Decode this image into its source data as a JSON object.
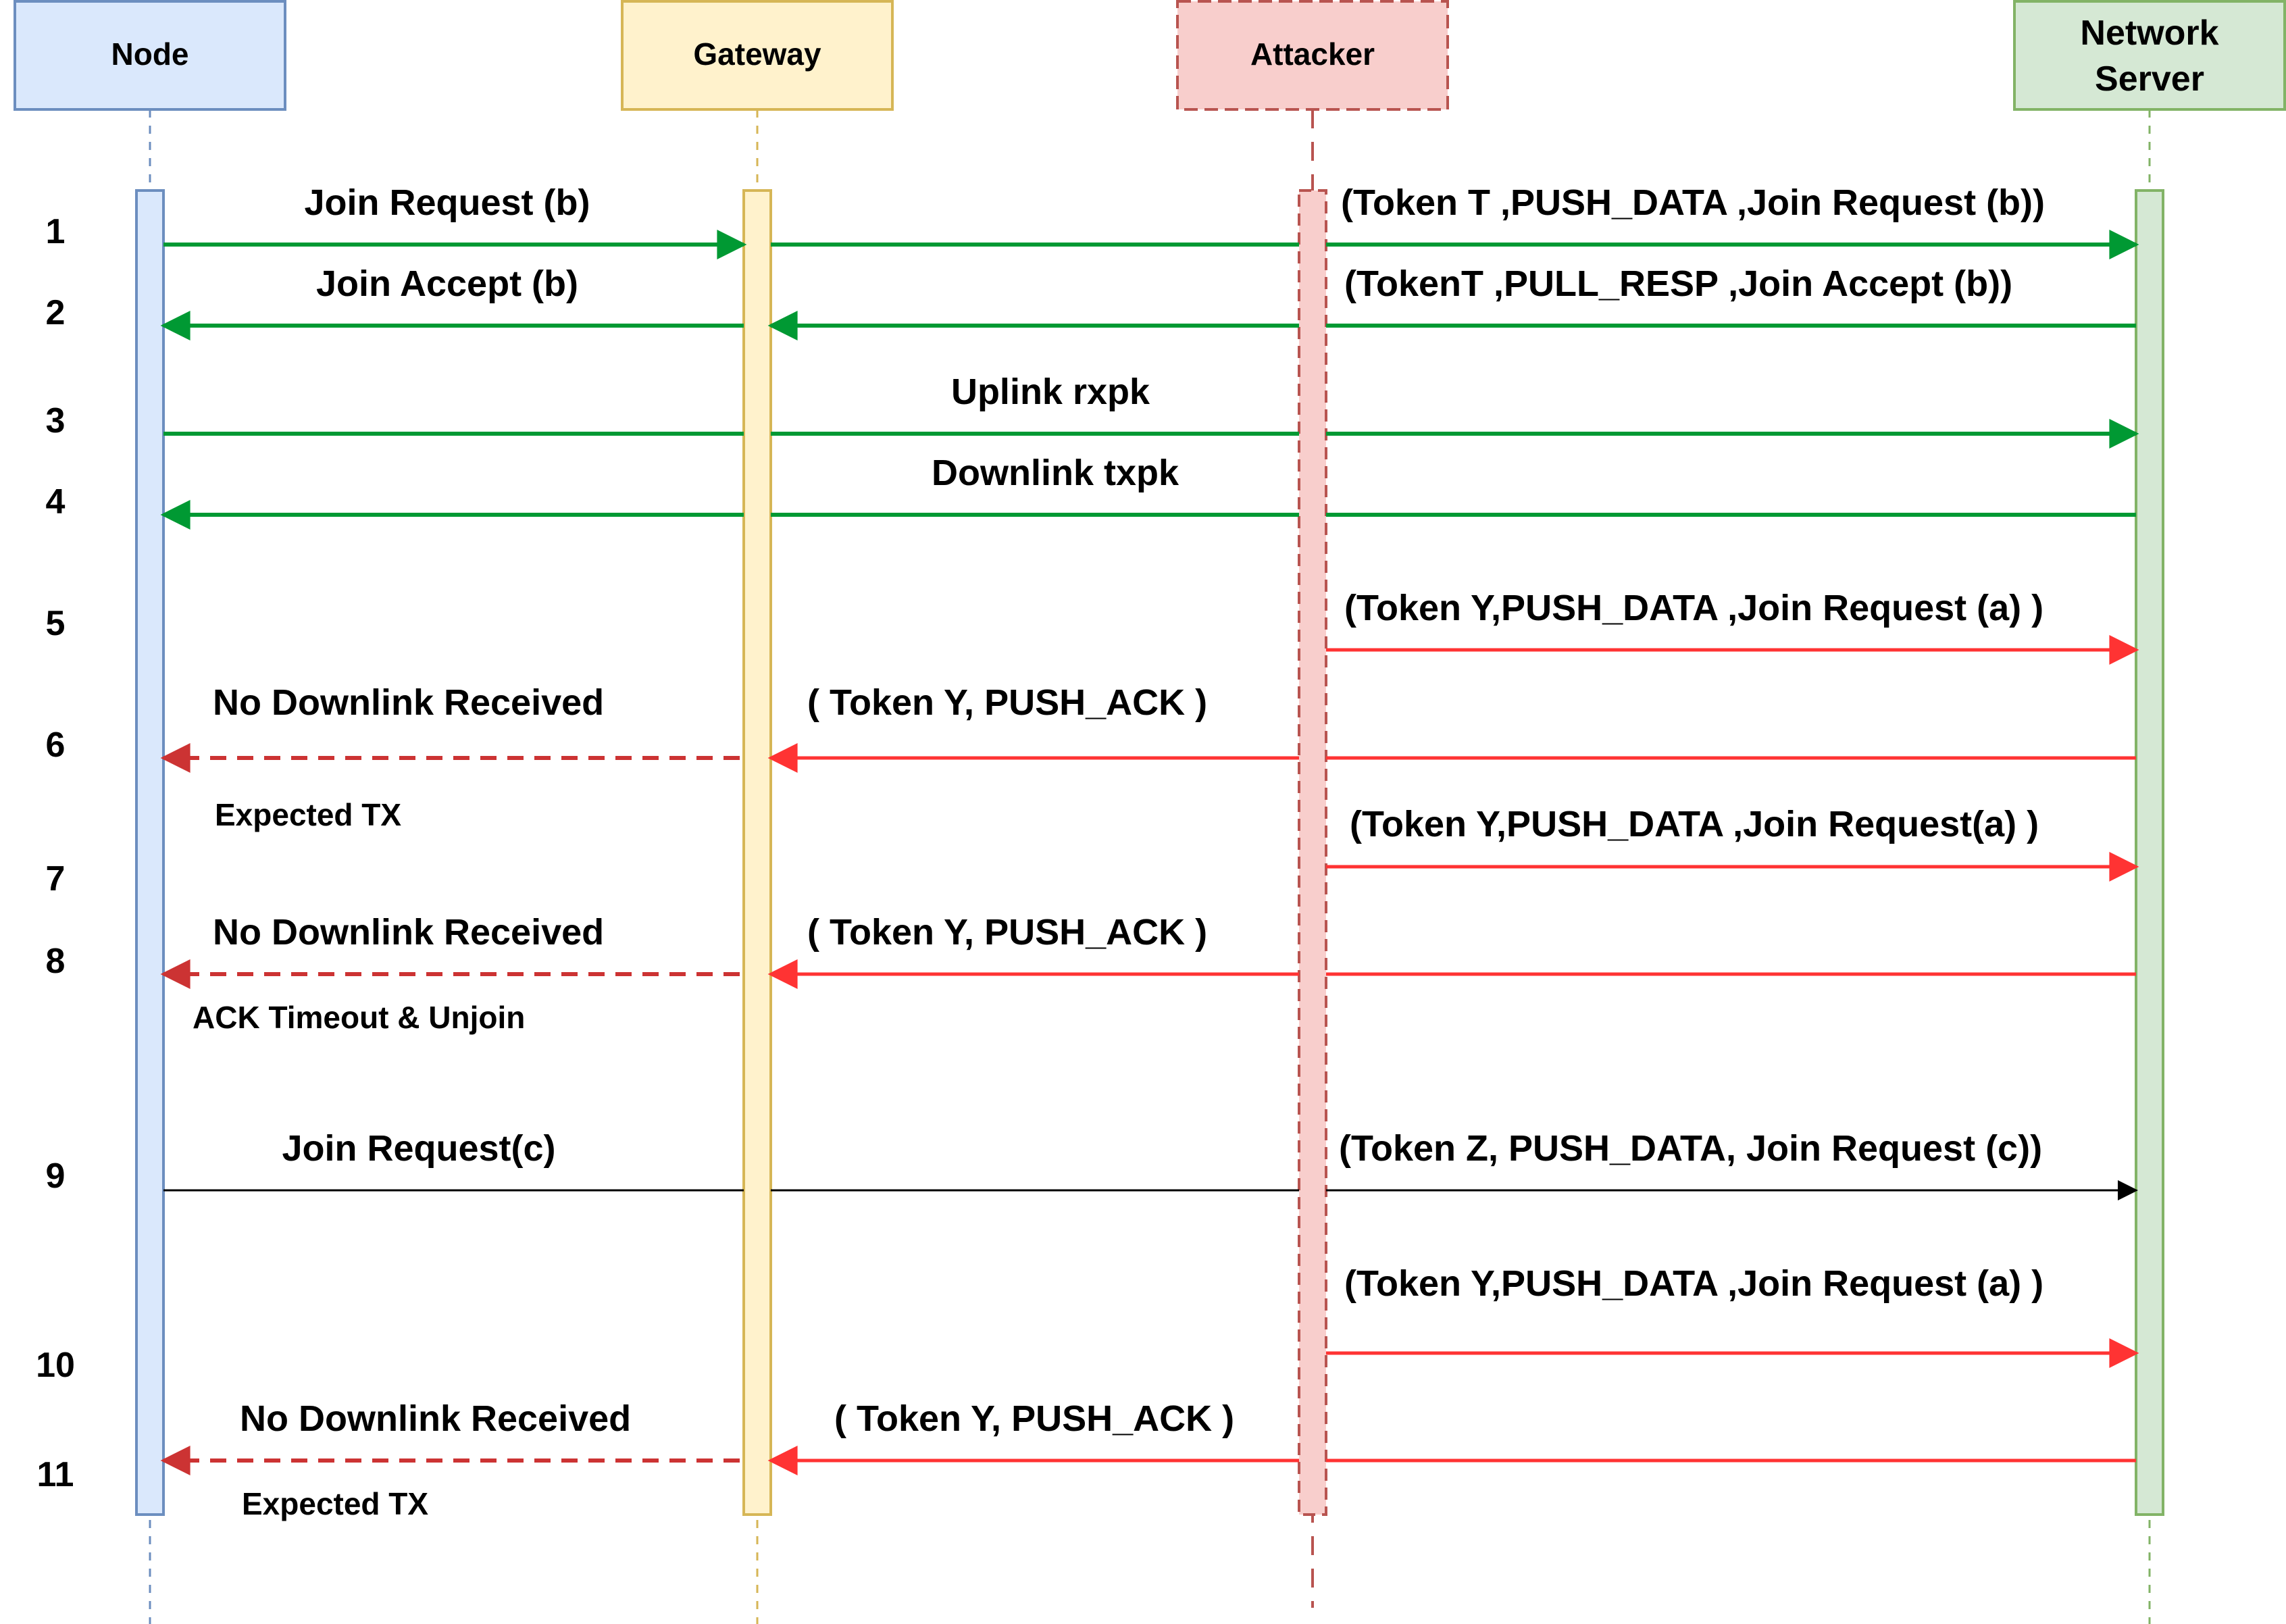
{
  "participants": [
    {
      "id": "node",
      "label_lines": [
        "Node"
      ],
      "fill": "#dae8fc",
      "stroke": "#6c8ebf",
      "dashed": false
    },
    {
      "id": "gateway",
      "label_lines": [
        "Gateway"
      ],
      "fill": "#fff2cc",
      "stroke": "#d6b656",
      "dashed": false
    },
    {
      "id": "attacker",
      "label_lines": [
        "Attacker"
      ],
      "fill": "#f8cecc",
      "stroke": "#b85450",
      "dashed": true
    },
    {
      "id": "server",
      "label_lines": [
        "Network",
        "Server"
      ],
      "fill": "#d5e8d4",
      "stroke": "#82b366",
      "dashed": false
    }
  ],
  "steps": [
    "1",
    "2",
    "3",
    "4",
    "5",
    "6",
    "7",
    "8",
    "9",
    "10",
    "11"
  ],
  "colors": {
    "legit": "#009933",
    "attack": "#ff3333",
    "missed": "#cc3333",
    "normal": "#000000"
  },
  "messages": [
    {
      "id": "m1a",
      "step": "1",
      "from": "node",
      "to": "gateway",
      "kind": "legit",
      "dashed": false,
      "label": "Join Request (b)"
    },
    {
      "id": "m1b",
      "step": "1",
      "from": "gateway",
      "to": "server",
      "kind": "legit",
      "dashed": false,
      "label": "(Token T ,PUSH_DATA ,Join Request (b))"
    },
    {
      "id": "m2a",
      "step": "2",
      "from": "server",
      "to": "gateway",
      "kind": "legit",
      "dashed": false,
      "label": "(TokenT ,PULL_RESP ,Join Accept (b))"
    },
    {
      "id": "m2b",
      "step": "2",
      "from": "gateway",
      "to": "node",
      "kind": "legit",
      "dashed": false,
      "label": "Join Accept (b)"
    },
    {
      "id": "m3",
      "step": "3",
      "from": "node",
      "to": "server",
      "kind": "legit",
      "dashed": false,
      "label": "Uplink rxpk"
    },
    {
      "id": "m4",
      "step": "4",
      "from": "server",
      "to": "node",
      "kind": "legit",
      "dashed": false,
      "label": "Downlink txpk"
    },
    {
      "id": "m5",
      "step": "5",
      "from": "attacker",
      "to": "server",
      "kind": "attack",
      "dashed": false,
      "label": "(Token Y,PUSH_DATA ,Join Request (a) )"
    },
    {
      "id": "m6a",
      "step": "6",
      "from": "server",
      "to": "gateway",
      "kind": "attack",
      "dashed": false,
      "label": "( Token Y, PUSH_ACK )"
    },
    {
      "id": "m6b",
      "step": "6",
      "from": "gateway",
      "to": "node",
      "kind": "missed",
      "dashed": true,
      "label": "No Downlink Received",
      "note": "Expected TX"
    },
    {
      "id": "m7",
      "step": "7",
      "from": "attacker",
      "to": "server",
      "kind": "attack",
      "dashed": false,
      "label": "(Token Y,PUSH_DATA ,Join Request(a) )"
    },
    {
      "id": "m8a",
      "step": "8",
      "from": "server",
      "to": "gateway",
      "kind": "attack",
      "dashed": false,
      "label": "( Token Y, PUSH_ACK )"
    },
    {
      "id": "m8b",
      "step": "8",
      "from": "gateway",
      "to": "node",
      "kind": "missed",
      "dashed": true,
      "label": "No Downlink Received",
      "note": "ACK Timeout & Unjoin"
    },
    {
      "id": "m9a",
      "step": "9",
      "from": "node",
      "to": "server",
      "kind": "normal",
      "dashed": false,
      "label": "Join Request(c)"
    },
    {
      "id": "m9b",
      "step": "9",
      "from": "attacker",
      "to": "server",
      "kind": "normal",
      "dashed": false,
      "label": "(Token Z, PUSH_DATA, Join Request (c))"
    },
    {
      "id": "m10",
      "step": "10",
      "from": "attacker",
      "to": "server",
      "kind": "attack",
      "dashed": false,
      "label": "(Token Y,PUSH_DATA ,Join Request (a) )"
    },
    {
      "id": "m11a",
      "step": "11",
      "from": "server",
      "to": "gateway",
      "kind": "attack",
      "dashed": false,
      "label": "( Token Y, PUSH_ACK )"
    },
    {
      "id": "m11b",
      "step": "11",
      "from": "gateway",
      "to": "node",
      "kind": "missed",
      "dashed": true,
      "label": "No Downlink Received",
      "note": "Expected TX"
    }
  ]
}
